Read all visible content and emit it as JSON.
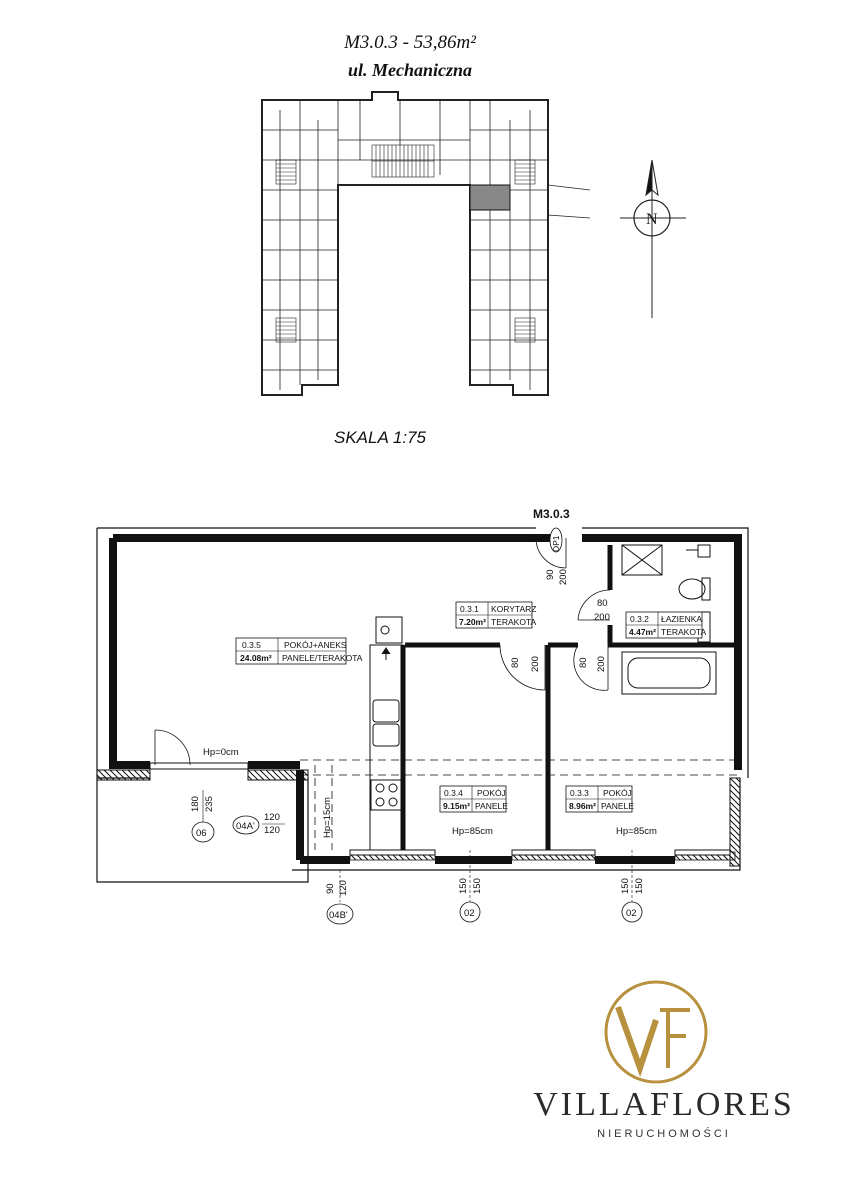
{
  "header": {
    "unit_title": "M3.0.3 - 53,86m²",
    "street": "ul. Mechaniczna",
    "compass_letter": "N"
  },
  "scale_label": "SKALA 1:75",
  "plan": {
    "unit_code": "M3.0.3",
    "rooms": [
      {
        "id": "0.3.1",
        "name": "KORYTARZ",
        "area": "7.20m²",
        "finish": "TERAKOTA"
      },
      {
        "id": "0.3.2",
        "name": "ŁAZIENKA",
        "area": "4.47m²",
        "finish": "TERAKOTA"
      },
      {
        "id": "0.3.3",
        "name": "POKÓJ",
        "area": "8.96m²",
        "finish": "PANELE"
      },
      {
        "id": "0.3.4",
        "name": "POKÓJ",
        "area": "9.15m²",
        "finish": "PANELE"
      },
      {
        "id": "0.3.5",
        "name": "POKÓJ+ANEKS",
        "area": "24.08m²",
        "finish": "PANELE/TERAKOTA"
      }
    ],
    "door_labels": {
      "entrance_tag": "DP1",
      "entrance_w": "90",
      "entrance_h": "200",
      "bath_w": "80",
      "bath_h": "200",
      "room1_w": "80",
      "room1_h": "200",
      "room2_w": "80",
      "room2_h": "200"
    },
    "sill_labels": {
      "balcony": "Hp=0cm",
      "kitchen": "Hp=15cm",
      "room_a": "Hp=85cm",
      "room_b": "Hp=85cm"
    },
    "window_tags": [
      {
        "tag": "06",
        "w": "180",
        "h": "235"
      },
      {
        "tag": "04A'",
        "w": "120",
        "h": "120"
      },
      {
        "tag": "04B'",
        "w": "90",
        "h": "120"
      },
      {
        "tag": "02",
        "w": "150",
        "h": "150"
      },
      {
        "tag": "02",
        "w": "150",
        "h": "150"
      }
    ]
  },
  "brand": {
    "monogram": "VF",
    "name": "VILLAFLORES",
    "subtitle": "NIERUCHOMOŚCI",
    "gold": "#b8913f"
  }
}
